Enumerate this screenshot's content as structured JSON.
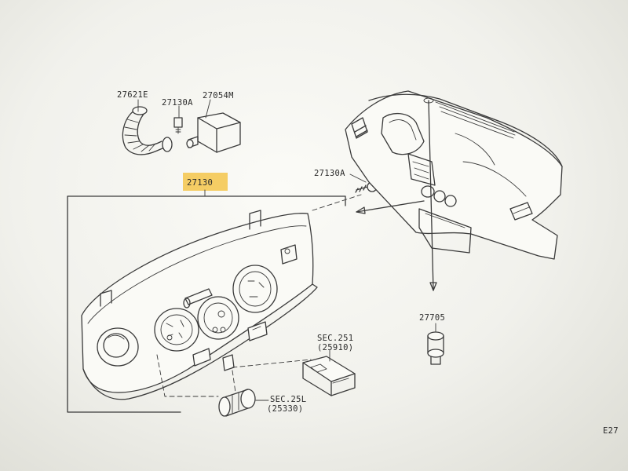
{
  "labels": {
    "heater_duct": "27621E",
    "screw_upper": "27130A",
    "resistor": "27054M",
    "control_assy": "27130",
    "screw_dash": "27130A",
    "sensor": "27705",
    "sec_switch_title": "SEC.251",
    "sec_switch_ref": "(25910)",
    "sec_bulb_title": "SEC.25L",
    "sec_bulb_ref": "(25330)",
    "corner_code": "E27"
  },
  "highlight_color": "#f5c64a"
}
